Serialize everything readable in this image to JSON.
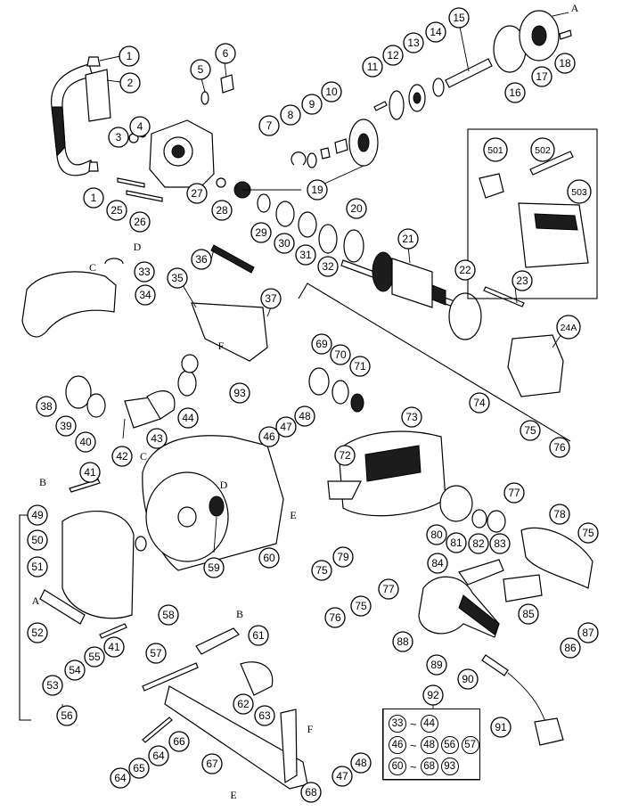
{
  "callouts": [
    {
      "id": "c1a",
      "label": "1"
    },
    {
      "id": "c2",
      "label": "2"
    },
    {
      "id": "c3",
      "label": "3"
    },
    {
      "id": "c4",
      "label": "4"
    },
    {
      "id": "c1b",
      "label": "1"
    },
    {
      "id": "c5",
      "label": "5"
    },
    {
      "id": "c6",
      "label": "6"
    },
    {
      "id": "c7",
      "label": "7"
    },
    {
      "id": "c8",
      "label": "8"
    },
    {
      "id": "c9",
      "label": "9"
    },
    {
      "id": "c10",
      "label": "10"
    },
    {
      "id": "c11",
      "label": "11"
    },
    {
      "id": "c12",
      "label": "12"
    },
    {
      "id": "c13",
      "label": "13"
    },
    {
      "id": "c14",
      "label": "14"
    },
    {
      "id": "c15",
      "label": "15"
    },
    {
      "id": "c16",
      "label": "16"
    },
    {
      "id": "c17",
      "label": "17"
    },
    {
      "id": "c18",
      "label": "18"
    },
    {
      "id": "c19",
      "label": "19"
    },
    {
      "id": "c20",
      "label": "20"
    },
    {
      "id": "c21",
      "label": "21"
    },
    {
      "id": "c22",
      "label": "22"
    },
    {
      "id": "c23",
      "label": "23"
    },
    {
      "id": "c24A",
      "label": "24A"
    },
    {
      "id": "c25",
      "label": "25"
    },
    {
      "id": "c26",
      "label": "26"
    },
    {
      "id": "c27",
      "label": "27"
    },
    {
      "id": "c28",
      "label": "28"
    },
    {
      "id": "c29",
      "label": "29"
    },
    {
      "id": "c30",
      "label": "30"
    },
    {
      "id": "c31",
      "label": "31"
    },
    {
      "id": "c32",
      "label": "32"
    },
    {
      "id": "c33",
      "label": "33"
    },
    {
      "id": "c34",
      "label": "34"
    },
    {
      "id": "c35",
      "label": "35"
    },
    {
      "id": "c36",
      "label": "36"
    },
    {
      "id": "c37",
      "label": "37"
    },
    {
      "id": "c38",
      "label": "38"
    },
    {
      "id": "c39",
      "label": "39"
    },
    {
      "id": "c40",
      "label": "40"
    },
    {
      "id": "c41a",
      "label": "41"
    },
    {
      "id": "c41b",
      "label": "41"
    },
    {
      "id": "c42",
      "label": "42"
    },
    {
      "id": "c43",
      "label": "43"
    },
    {
      "id": "c44",
      "label": "44"
    },
    {
      "id": "c46",
      "label": "46"
    },
    {
      "id": "c47a",
      "label": "47"
    },
    {
      "id": "c47b",
      "label": "47"
    },
    {
      "id": "c48a",
      "label": "48"
    },
    {
      "id": "c48b",
      "label": "48"
    },
    {
      "id": "c49",
      "label": "49"
    },
    {
      "id": "c50",
      "label": "50"
    },
    {
      "id": "c51",
      "label": "51"
    },
    {
      "id": "c52",
      "label": "52"
    },
    {
      "id": "c53",
      "label": "53"
    },
    {
      "id": "c54",
      "label": "54"
    },
    {
      "id": "c55",
      "label": "55"
    },
    {
      "id": "c56",
      "label": "56"
    },
    {
      "id": "c57",
      "label": "57"
    },
    {
      "id": "c58",
      "label": "58"
    },
    {
      "id": "c59",
      "label": "59"
    },
    {
      "id": "c60",
      "label": "60"
    },
    {
      "id": "c61",
      "label": "61"
    },
    {
      "id": "c62",
      "label": "62"
    },
    {
      "id": "c63",
      "label": "63"
    },
    {
      "id": "c64a",
      "label": "64"
    },
    {
      "id": "c64b",
      "label": "64"
    },
    {
      "id": "c65",
      "label": "65"
    },
    {
      "id": "c66",
      "label": "66"
    },
    {
      "id": "c67",
      "label": "67"
    },
    {
      "id": "c68",
      "label": "68"
    },
    {
      "id": "c69",
      "label": "69"
    },
    {
      "id": "c70",
      "label": "70"
    },
    {
      "id": "c71",
      "label": "71"
    },
    {
      "id": "c72",
      "label": "72"
    },
    {
      "id": "c73",
      "label": "73"
    },
    {
      "id": "c74",
      "label": "74"
    },
    {
      "id": "c75a",
      "label": "75"
    },
    {
      "id": "c75b",
      "label": "75"
    },
    {
      "id": "c75c",
      "label": "75"
    },
    {
      "id": "c75d",
      "label": "75"
    },
    {
      "id": "c76a",
      "label": "76"
    },
    {
      "id": "c76b",
      "label": "76"
    },
    {
      "id": "c77a",
      "label": "77"
    },
    {
      "id": "c77b",
      "label": "77"
    },
    {
      "id": "c78",
      "label": "78"
    },
    {
      "id": "c79",
      "label": "79"
    },
    {
      "id": "c80",
      "label": "80"
    },
    {
      "id": "c81",
      "label": "81"
    },
    {
      "id": "c82",
      "label": "82"
    },
    {
      "id": "c83",
      "label": "83"
    },
    {
      "id": "c84",
      "label": "84"
    },
    {
      "id": "c85",
      "label": "85"
    },
    {
      "id": "c86",
      "label": "86"
    },
    {
      "id": "c87",
      "label": "87"
    },
    {
      "id": "c88",
      "label": "88"
    },
    {
      "id": "c89",
      "label": "89"
    },
    {
      "id": "c90",
      "label": "90"
    },
    {
      "id": "c91",
      "label": "91"
    },
    {
      "id": "c92",
      "label": "92"
    },
    {
      "id": "c93",
      "label": "93"
    },
    {
      "id": "c501",
      "label": "501"
    },
    {
      "id": "c502",
      "label": "502"
    },
    {
      "id": "c503",
      "label": "503"
    }
  ],
  "letters": [
    {
      "id": "lA1",
      "label": "A"
    },
    {
      "id": "lA2",
      "label": "A"
    },
    {
      "id": "lB1",
      "label": "B"
    },
    {
      "id": "lB2",
      "label": "B"
    },
    {
      "id": "lC1",
      "label": "C"
    },
    {
      "id": "lC2",
      "label": "C"
    },
    {
      "id": "lD1",
      "label": "D"
    },
    {
      "id": "lD2",
      "label": "D"
    },
    {
      "id": "lE1",
      "label": "E"
    },
    {
      "id": "lE2",
      "label": "E"
    },
    {
      "id": "lF1",
      "label": "F"
    },
    {
      "id": "lF2",
      "label": "F"
    }
  ],
  "legend": {
    "rows": [
      {
        "from": "33",
        "to": "44"
      },
      {
        "from": "46",
        "to": "48",
        "extra": [
          "56",
          "57"
        ]
      },
      {
        "from": "60",
        "to": "68",
        "extra": [
          "93"
        ]
      }
    ],
    "tilde": "~"
  }
}
